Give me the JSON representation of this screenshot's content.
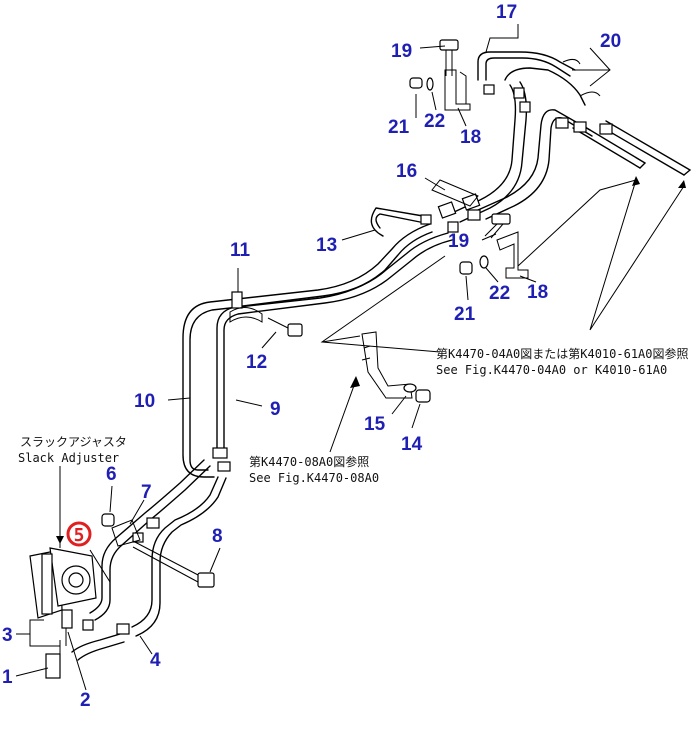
{
  "labels": {
    "n1": "1",
    "n2": "2",
    "n3": "3",
    "n4": "4",
    "n5": "5",
    "n6": "6",
    "n7": "7",
    "n8": "8",
    "n9": "9",
    "n10": "10",
    "n11": "11",
    "n12": "12",
    "n13": "13",
    "n14": "14",
    "n15": "15",
    "n16": "16",
    "n17": "17",
    "n18a": "18",
    "n18b": "18",
    "n19a": "19",
    "n19b": "19",
    "n20": "20",
    "n21a": "21",
    "n21b": "21",
    "n22a": "22",
    "n22b": "22"
  },
  "notes": {
    "slack_jp": "スラックアジャスタ",
    "slack_en": "Slack Adjuster",
    "ref1_jp": "第K4470-04A0図または第K4010-61A0図参照",
    "ref1_en": "See Fig.K4470-04A0 or K4010-61A0",
    "ref2_jp": "第K4470-08A0図参照",
    "ref2_en": "See Fig.K4470-08A0"
  },
  "colors": {
    "label": "#1f1fb4",
    "highlight": "#e02020",
    "line": "#000000"
  }
}
